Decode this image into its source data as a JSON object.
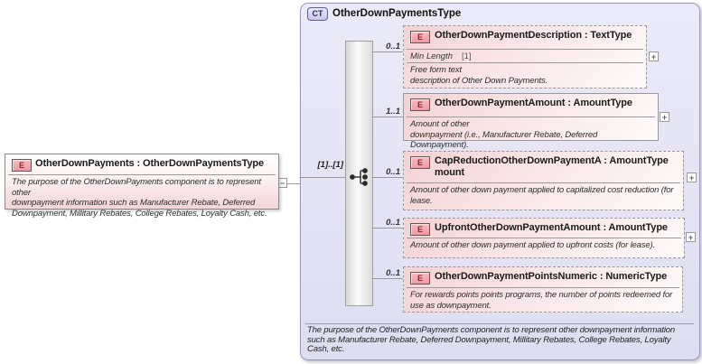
{
  "diagram": {
    "root": {
      "icon": "E",
      "title": "OtherDownPayments : OtherDownPaymentsType",
      "annotation": "The purpose of the OtherDownPayments component is to represent other\ndownpayment information such as  Manufacturer Rebate, Deferred\nDownpayment, Millitary Rebates, College Rebates, Loyalty Cash, etc.",
      "collapse_glyph": "−"
    },
    "ct": {
      "icon": "CT",
      "title": "OtherDownPaymentsType",
      "occurrence": "[1]..[1]",
      "compositor": "sequence",
      "annotation": "The purpose of the OtherDownPayments component is to represent other downpayment information\nsuch as  Manufacturer Rebate, Deferred Downpayment, Millitary Rebates, College Rebates, Loyalty\nCash, etc.",
      "children": [
        {
          "icon": "E",
          "cardinality": "0..1",
          "title_line1": "OtherDownPaymentDescription : TextType",
          "facet_label": "Min Length",
          "facet_value": "[1]",
          "annotation": "Free form text\ndescription of Other Down Payments.",
          "expand_glyph": "+"
        },
        {
          "icon": "E",
          "cardinality": "1..1",
          "title_line1": "OtherDownPaymentAmount : AmountType",
          "annotation": "Amount of other\ndownpayment (i.e., Manufacturer Rebate, Deferred Downpayment).",
          "expand_glyph": "+"
        },
        {
          "icon": "E",
          "cardinality": "0..1",
          "title_line1": "CapReductionOtherDownPaymentA : AmountType",
          "title_line2": "mount",
          "annotation": "Amount of other down payment applied to capitalized cost reduction (for\nlease.",
          "expand_glyph": "+"
        },
        {
          "icon": "E",
          "cardinality": "0..1",
          "title_line1": "UpfrontOtherDownPaymentAmount : AmountType",
          "annotation": "Amount of other down payment applied to upfront costs (for lease).",
          "expand_glyph": "+"
        },
        {
          "icon": "E",
          "cardinality": "0..1",
          "title_line1": "OtherDownPaymentPointsNumeric : NumericType",
          "annotation": "For rewards points points programs, the number of points redeemed for\nuse as downpayment."
        }
      ]
    },
    "colors": {
      "ct_fill": "#e3e3f5",
      "ct_border": "#9898c2",
      "element_fill": "#f5d2d4",
      "element_border": "#999999",
      "e_icon_fill": "#ee9aa2",
      "e_icon_text": "#97222f",
      "connector": "#999999"
    }
  }
}
